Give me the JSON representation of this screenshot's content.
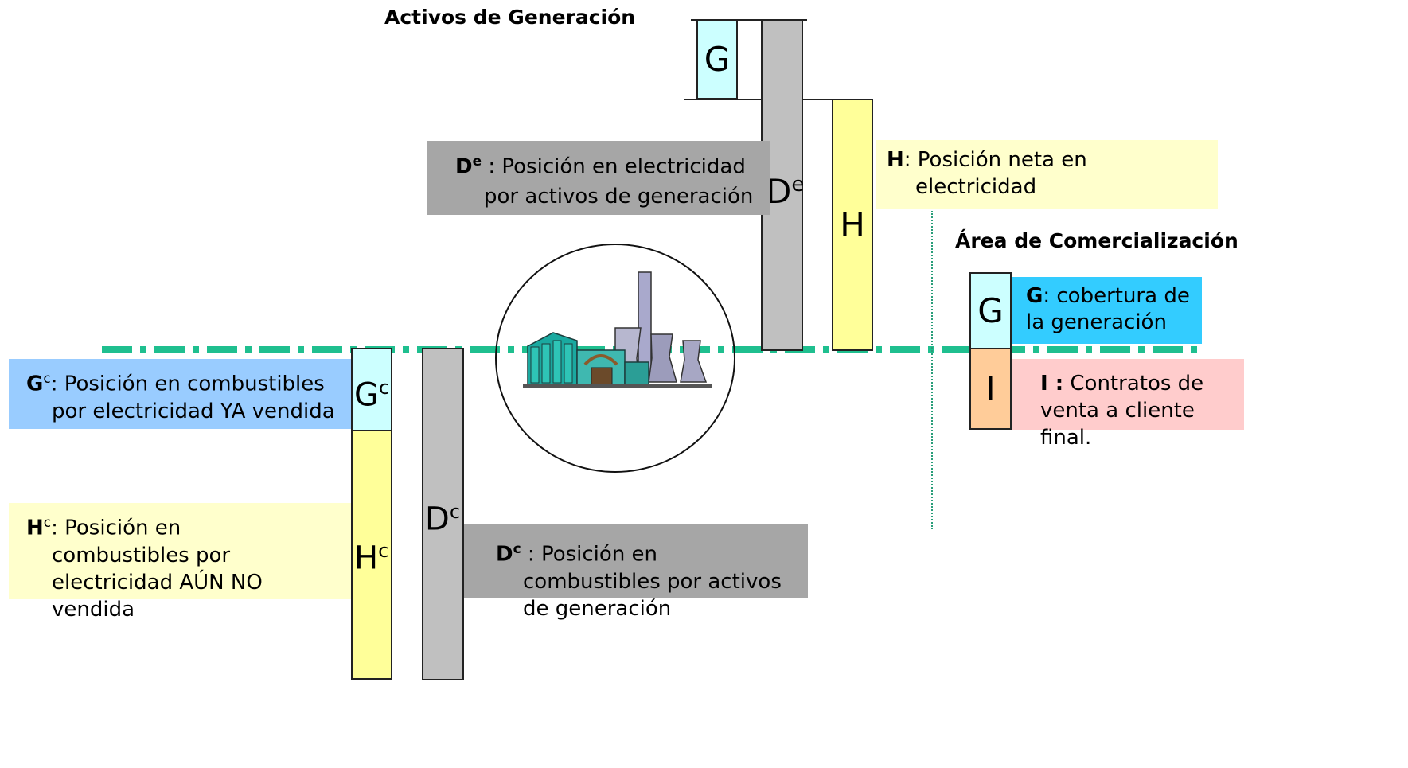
{
  "titles": {
    "top": "Activos de Generación",
    "right": "Área de Comercialización"
  },
  "bars": {
    "g_top": "G",
    "de_sym": "D",
    "de_sup": "e",
    "h": "H",
    "gc_sym": "G",
    "gc_sup": "c",
    "hc_sym": "H",
    "hc_sup": "c",
    "dc_sym": "D",
    "dc_sup": "c",
    "g_right": "G",
    "i_right": "I"
  },
  "boxes": {
    "de": {
      "sym": "D",
      "sup": "e",
      "text": " : Posición en electricidad por activos de generación"
    },
    "h": {
      "sym": "H",
      "text": ": Posición neta en electricidad"
    },
    "gc": {
      "sym": "G",
      "sup": "c",
      "text": ": Posición en combustibles por electricidad YA vendida"
    },
    "hc": {
      "sym": "H",
      "sup": "c",
      "text": ": Posición en combustibles por electricidad AÚN NO vendida"
    },
    "dc": {
      "sym": "D",
      "sup": "c",
      "text": " : Posición en combustibles por activos de generación"
    },
    "g": {
      "sym": "G",
      "text": ": cobertura de la generación"
    },
    "i": {
      "sym": "I :",
      "text": " Contratos de venta a cliente final."
    }
  },
  "colors": {
    "light_cyan": "#ccffff",
    "gray_bar": "#c0c0c0",
    "yellow_bar": "#ffff99",
    "orange_bar": "#ffcc99",
    "gray_box": "#a6a6a6",
    "light_yellow_box": "#ffffcc",
    "blue_box": "#99ccff",
    "cyan_box": "#33ccff",
    "pink_box": "#ffcccc",
    "dashed_line": "#1fbf8f"
  },
  "icons": [
    "power-plant-icon"
  ]
}
